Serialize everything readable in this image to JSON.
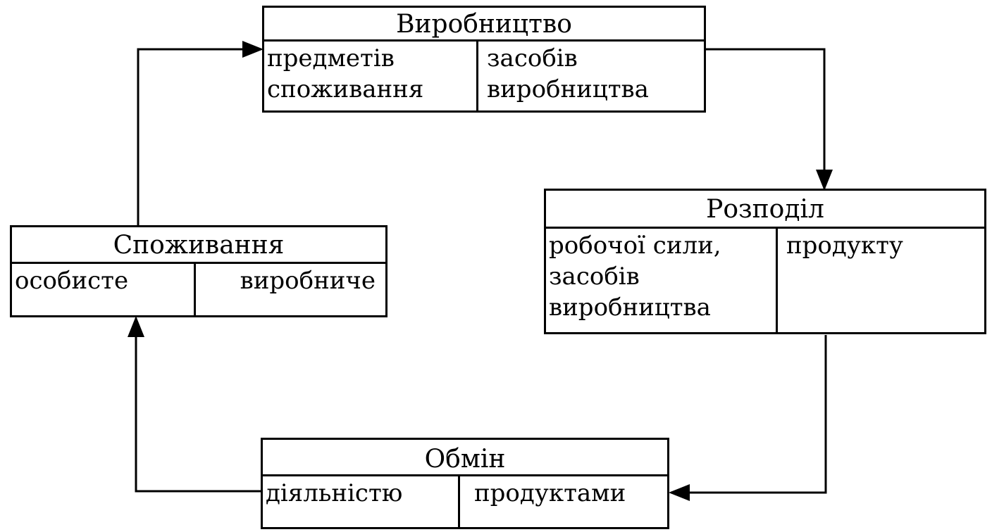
{
  "nodes": {
    "production": {
      "title": "Виробництво",
      "left": "предметів\nспоживання",
      "right": "засобів\nвиробництва"
    },
    "distribution": {
      "title": "Розподіл",
      "left": "робочої сили,\nзасобів\nвиробництва",
      "right": "продукту"
    },
    "exchange": {
      "title": "Обмін",
      "left": "діяльністю",
      "right": "продуктами"
    },
    "consumption": {
      "title": "Споживання",
      "left": "особисте",
      "right": "виробниче"
    }
  },
  "edges": [
    {
      "from": "production",
      "to": "distribution"
    },
    {
      "from": "distribution",
      "to": "exchange"
    },
    {
      "from": "exchange",
      "to": "consumption"
    },
    {
      "from": "consumption",
      "to": "production"
    }
  ]
}
